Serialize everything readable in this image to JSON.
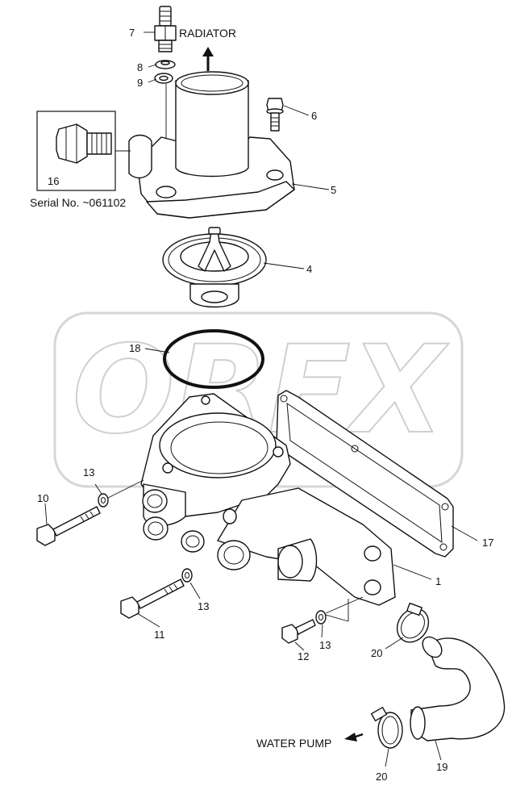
{
  "watermark": "ORFX",
  "notes": {
    "radiator": "RADIATOR",
    "water_pump": "WATER PUMP",
    "serial_no": "Serial No. ~061102"
  },
  "callouts": {
    "c1": "1",
    "c4": "4",
    "c5": "5",
    "c6": "6",
    "c7": "7",
    "c8": "8",
    "c9": "9",
    "c10": "10",
    "c11": "11",
    "c12": "12",
    "c13a": "13",
    "c13b": "13",
    "c13c": "13",
    "c16": "16",
    "c17": "17",
    "c18": "18",
    "c19": "19",
    "c20a": "20",
    "c20b": "20"
  }
}
